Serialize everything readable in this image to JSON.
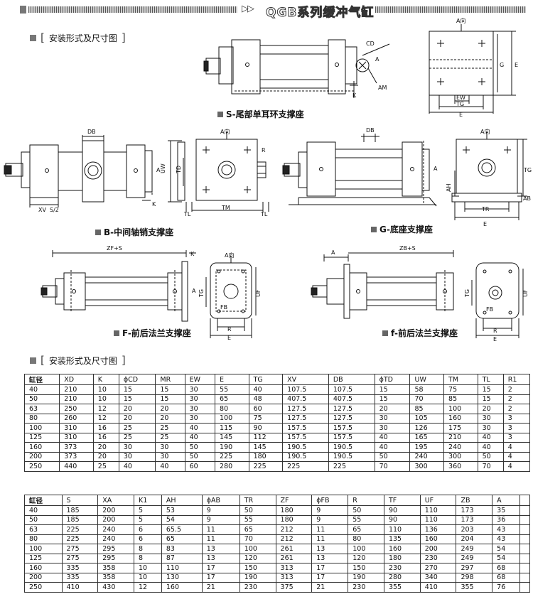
{
  "header": {
    "arrows": "▷▷",
    "title": "QGB系列缓冲气缸"
  },
  "section1": {
    "heading": "安装形式及尺寸图"
  },
  "captions": {
    "s": "S-尾部单耳环支撑座",
    "b": "B-中间轴销支撑座",
    "g": "G-底座支撑座",
    "f": "F-前后法兰支撑座",
    "f2": "f-前后法兰支撑座"
  },
  "labels": {
    "cd": "CD",
    "a": "A",
    "am": "AM",
    "k": "K",
    "a_dir": "A向",
    "e": "E",
    "g": "G",
    "ew": "EW",
    "tg": "TG",
    "db": "DB",
    "uw": "UW",
    "td": "TD",
    "r": "R",
    "tl": "TL",
    "tm": "TM",
    "xv": "XV",
    "s2": "S/2",
    "ah": "AH",
    "ab": "AB",
    "tr": "TR",
    "zf_s": "ZF+S",
    "zb_s": "ZB+S",
    "uf": "UF",
    "fb": "FB"
  },
  "section2": {
    "heading": "安装形式及尺寸图"
  },
  "table1": {
    "headers": [
      "缸径",
      "XD",
      "K",
      "ϕCD",
      "MR",
      "EW",
      "E",
      "TG",
      "XV",
      "DB",
      "ϕTD",
      "UW",
      "TM",
      "TL",
      "R1"
    ],
    "rows": [
      [
        "40",
        "210",
        "10",
        "15",
        "15",
        "30",
        "55",
        "40",
        "107.5",
        "107.5",
        "15",
        "58",
        "75",
        "15",
        "2"
      ],
      [
        "50",
        "210",
        "10",
        "15",
        "15",
        "30",
        "65",
        "48",
        "407.5",
        "407.5",
        "15",
        "70",
        "85",
        "15",
        "2"
      ],
      [
        "63",
        "250",
        "12",
        "20",
        "20",
        "30",
        "80",
        "60",
        "127.5",
        "127.5",
        "20",
        "85",
        "100",
        "20",
        "2"
      ],
      [
        "80",
        "260",
        "12",
        "20",
        "20",
        "30",
        "100",
        "75",
        "127.5",
        "127.5",
        "30",
        "105",
        "160",
        "30",
        "3"
      ],
      [
        "100",
        "310",
        "16",
        "25",
        "25",
        "40",
        "115",
        "90",
        "157.5",
        "157.5",
        "30",
        "126",
        "175",
        "30",
        "3"
      ],
      [
        "125",
        "310",
        "16",
        "25",
        "25",
        "40",
        "145",
        "112",
        "157.5",
        "157.5",
        "40",
        "165",
        "210",
        "40",
        "3"
      ],
      [
        "160",
        "373",
        "20",
        "30",
        "30",
        "50",
        "190",
        "145",
        "190.5",
        "190.5",
        "40",
        "195",
        "240",
        "40",
        "4"
      ],
      [
        "200",
        "373",
        "20",
        "30",
        "30",
        "50",
        "225",
        "180",
        "190.5",
        "190.5",
        "50",
        "240",
        "300",
        "50",
        "4"
      ],
      [
        "250",
        "440",
        "25",
        "40",
        "40",
        "60",
        "280",
        "225",
        "225",
        "225",
        "70",
        "300",
        "360",
        "70",
        "4"
      ]
    ]
  },
  "table2": {
    "headers": [
      "缸径",
      "S",
      "XA",
      "K1",
      "AH",
      "ϕAB",
      "TR",
      "ZF",
      "ϕFB",
      "R",
      "TF",
      "UF",
      "ZB",
      "A",
      ""
    ],
    "rows": [
      [
        "40",
        "185",
        "200",
        "5",
        "53",
        "9",
        "50",
        "180",
        "9",
        "50",
        "90",
        "110",
        "173",
        "35",
        ""
      ],
      [
        "50",
        "185",
        "200",
        "5",
        "54",
        "9",
        "55",
        "180",
        "9",
        "55",
        "90",
        "110",
        "173",
        "36",
        ""
      ],
      [
        "63",
        "225",
        "240",
        "6",
        "65.5",
        "11",
        "65",
        "212",
        "11",
        "65",
        "110",
        "136",
        "203",
        "43",
        ""
      ],
      [
        "80",
        "225",
        "240",
        "6",
        "65",
        "11",
        "70",
        "212",
        "11",
        "80",
        "135",
        "160",
        "204",
        "43",
        ""
      ],
      [
        "100",
        "275",
        "295",
        "8",
        "83",
        "13",
        "100",
        "261",
        "13",
        "100",
        "160",
        "200",
        "249",
        "54",
        ""
      ],
      [
        "125",
        "275",
        "295",
        "8",
        "87",
        "13",
        "120",
        "261",
        "13",
        "120",
        "180",
        "230",
        "249",
        "54",
        ""
      ],
      [
        "160",
        "335",
        "358",
        "10",
        "110",
        "17",
        "150",
        "313",
        "17",
        "150",
        "230",
        "270",
        "297",
        "68",
        ""
      ],
      [
        "200",
        "335",
        "358",
        "10",
        "130",
        "17",
        "190",
        "313",
        "17",
        "190",
        "280",
        "340",
        "298",
        "68",
        ""
      ],
      [
        "250",
        "410",
        "430",
        "12",
        "160",
        "21",
        "230",
        "375",
        "21",
        "230",
        "355",
        "410",
        "355",
        "76",
        ""
      ]
    ]
  }
}
